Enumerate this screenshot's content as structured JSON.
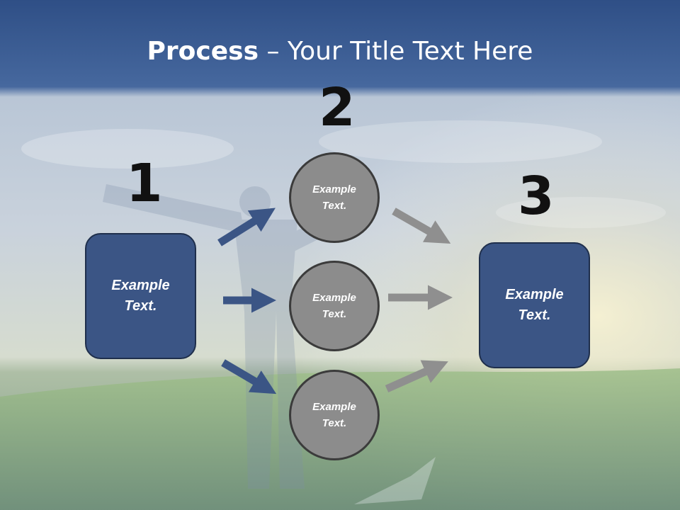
{
  "slide": {
    "title_bold": "Process",
    "title_rest": " – Your Title Text Here",
    "step_numbers": [
      "1",
      "2",
      "3"
    ],
    "left_box": "Example\nText.",
    "right_box": "Example\nText.",
    "circles": [
      "Example\nText.",
      "Example\nText.",
      "Example\nText."
    ]
  },
  "colors": {
    "header_blue": "#3a5a8f",
    "box_fill": "#3b5585",
    "circle_fill": "#8c8c8c",
    "arrow_blue": "#3b5585",
    "arrow_gray": "#8f8f8f"
  }
}
